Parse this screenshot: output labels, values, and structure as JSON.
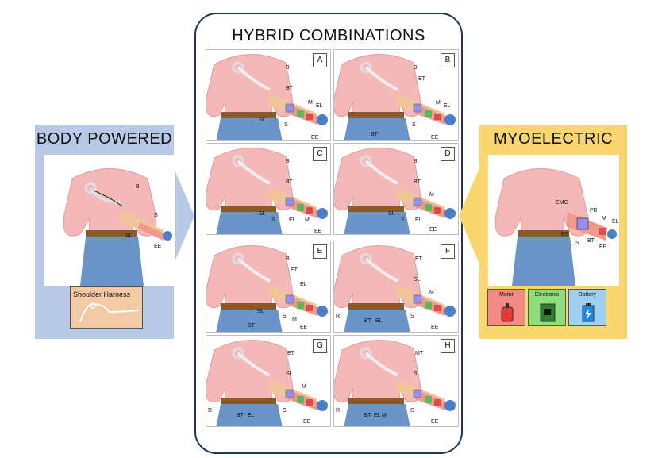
{
  "hybrid": {
    "title": "HYBRID COMBINATIONS"
  },
  "body_powered": {
    "title": "BODY POWERED",
    "harness_label": "Shoulder Harness"
  },
  "myoelectric": {
    "title": "MYOELECTRIC",
    "components": [
      {
        "label": "Motor"
      },
      {
        "label": "Electronic"
      },
      {
        "label": "Battery"
      }
    ]
  },
  "panels": [
    {
      "letter": "A",
      "labels": [
        "B",
        "BT",
        "M",
        "EL",
        "SL",
        "S",
        "EE"
      ]
    },
    {
      "letter": "B",
      "labels": [
        "B",
        "ET",
        "M",
        "EL",
        "BT",
        "S",
        "EE"
      ]
    },
    {
      "letter": "C",
      "labels": [
        "B",
        "BT",
        "SL",
        "S",
        "EL",
        "M",
        "EE"
      ]
    },
    {
      "letter": "D",
      "labels": [
        "B",
        "BT",
        "M",
        "SL",
        "S",
        "EL",
        "EE"
      ]
    },
    {
      "letter": "E",
      "labels": [
        "B",
        "ET",
        "EL",
        "BT",
        "SL",
        "S",
        "M",
        "EE"
      ]
    },
    {
      "letter": "F",
      "labels": [
        "ET",
        "SL",
        "M",
        "R",
        "BT",
        "EL",
        "S",
        "EE"
      ]
    },
    {
      "letter": "G",
      "labels": [
        "ET",
        "SL",
        "M",
        "R",
        "BT",
        "EL",
        "S",
        "EE"
      ]
    },
    {
      "letter": "H",
      "labels": [
        "MT",
        "SL",
        "R",
        "BT",
        "EL",
        "M",
        "S",
        "EE"
      ]
    }
  ],
  "body_diagram_labels": [
    "B",
    "S",
    "SL",
    "EE"
  ],
  "myo_diagram_labels": [
    "EMG",
    "PB",
    "M",
    "EL",
    "RS",
    "BT",
    "S",
    "EE"
  ]
}
